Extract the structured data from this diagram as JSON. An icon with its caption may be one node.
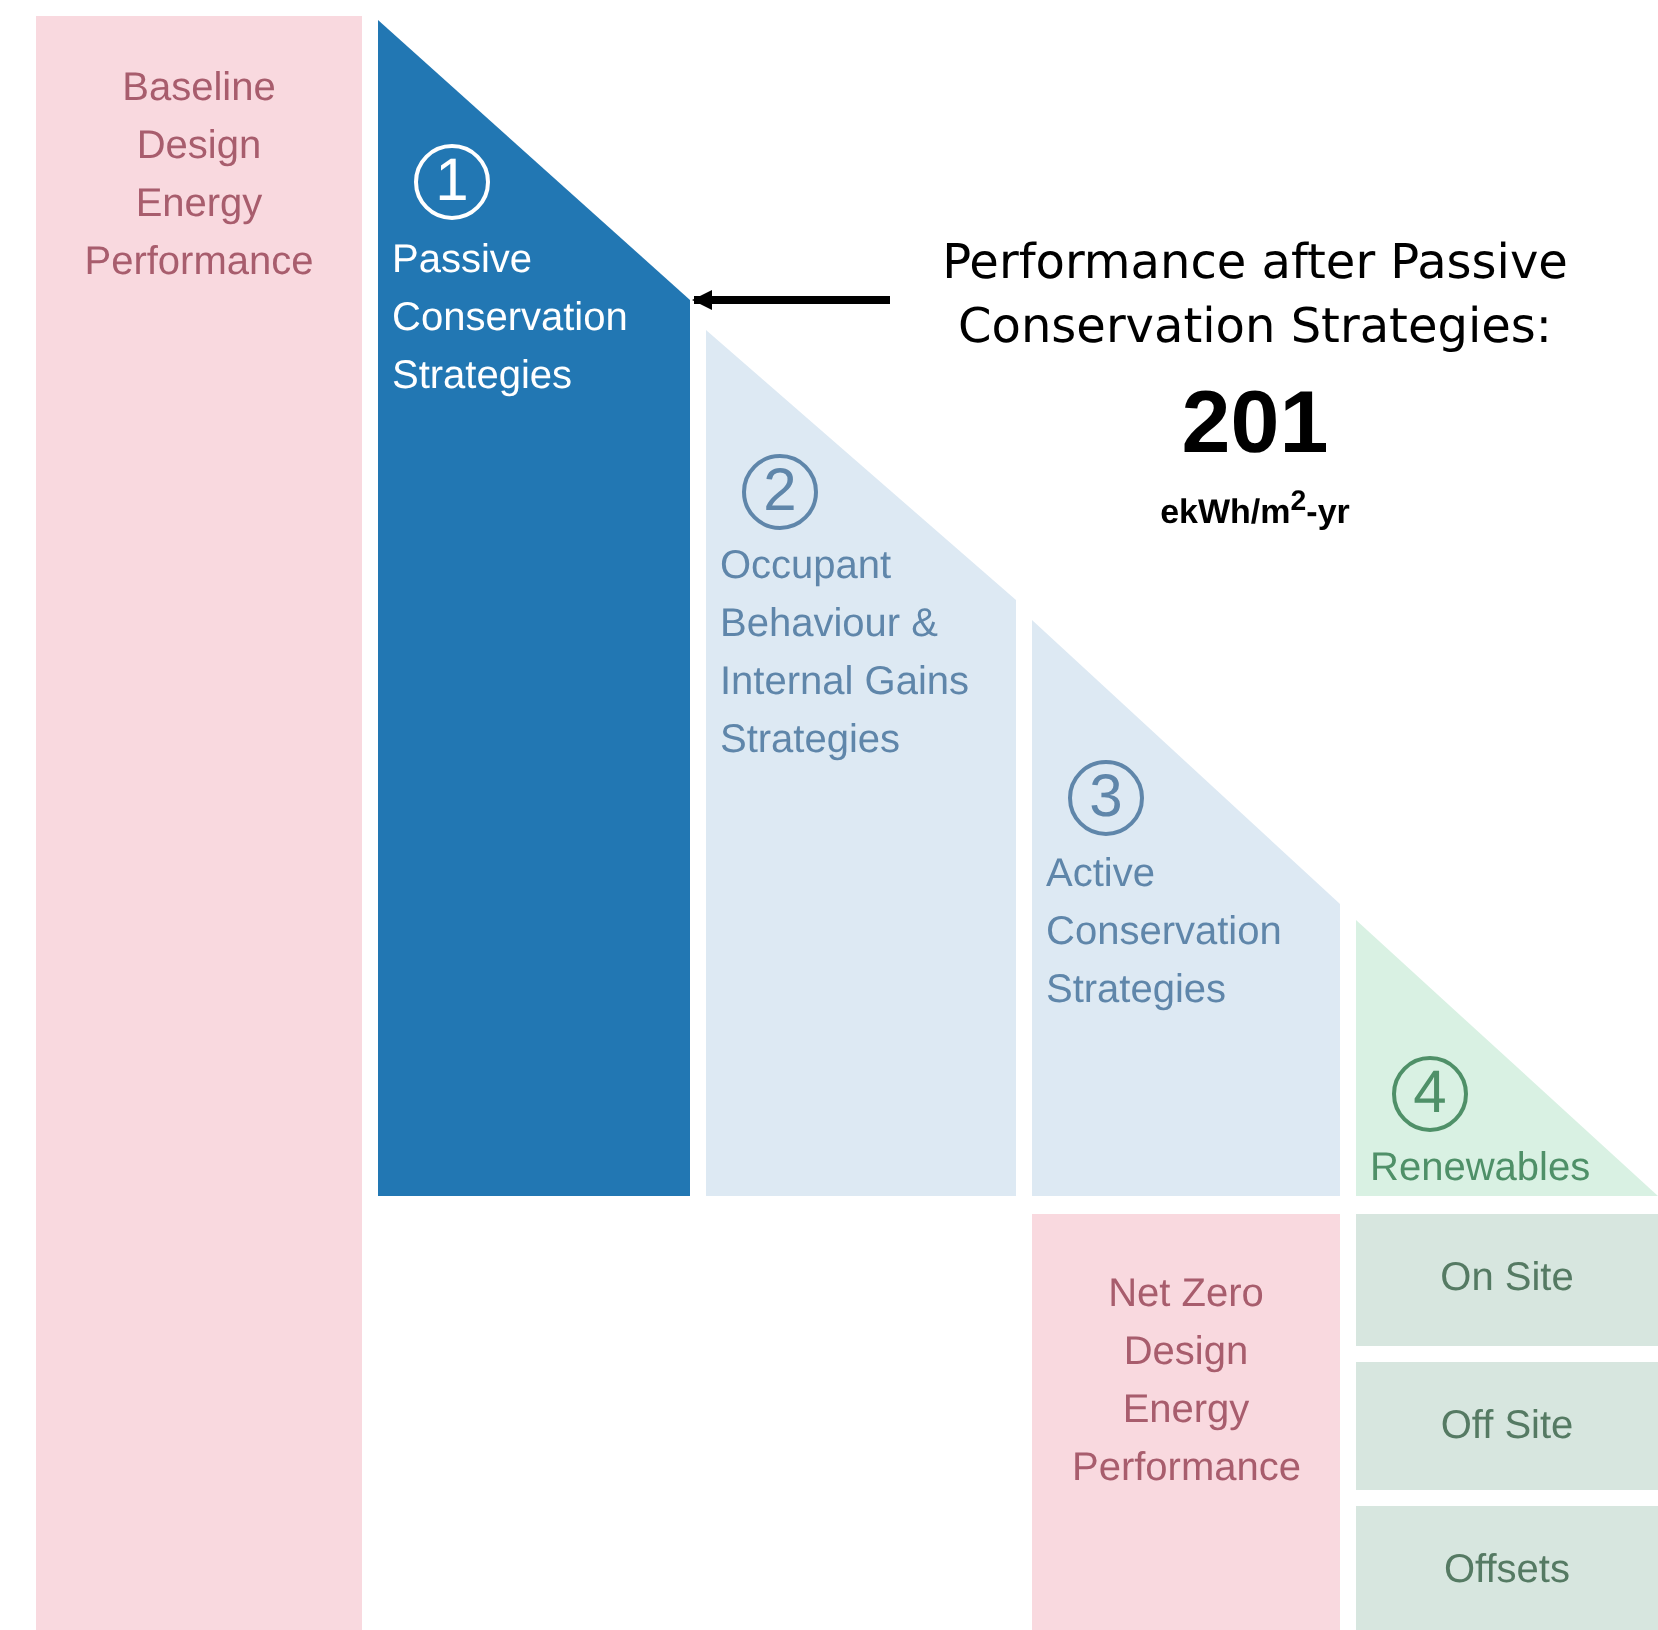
{
  "diagram": {
    "nodes": [
      {
        "text": [
          "Baseline Design Energy Performance"
        ]
      },
      {
        "text": [
          "1",
          "Passive Conservation Strategies"
        ]
      },
      {
        "text": [
          "2",
          "Occupant Behaviour & Internal Gains Strategies"
        ]
      },
      {
        "text": [
          "3",
          "Active Conservation Strategies"
        ]
      },
      {
        "text": [
          "4",
          "Renewables"
        ]
      },
      {
        "text": [
          "Net Zero Design Energy Performance"
        ]
      },
      {
        "text": [
          "On Site"
        ]
      },
      {
        "text": [
          "Off Site"
        ]
      },
      {
        "text": [
          "Offsets"
        ]
      },
      {
        "text": [
          "Performance after Passive Conservation Strategies:",
          "201",
          "ekWh/m$^{2}$-yr"
        ]
      }
    ],
    "edges": [
      {
        "from": 9,
        "to": 1,
        "arrow": "to"
      }
    ]
  }
}
